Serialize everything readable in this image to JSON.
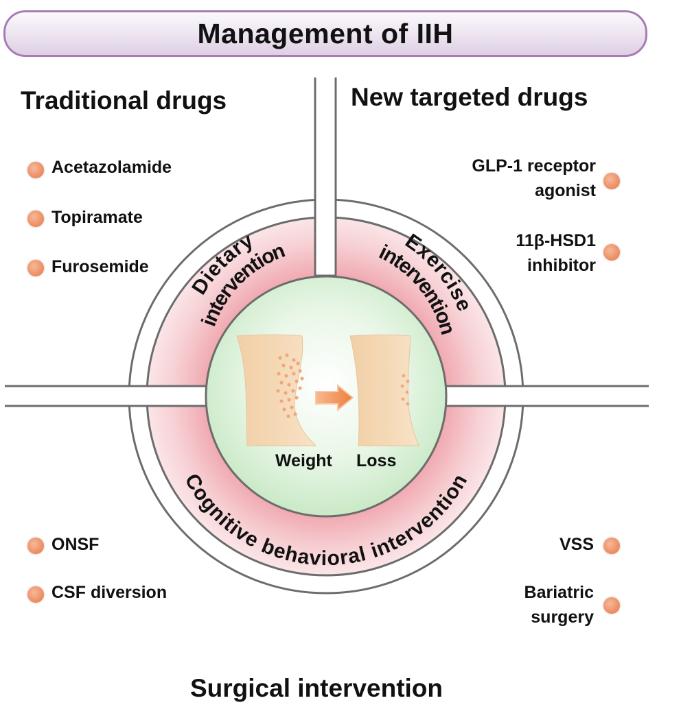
{
  "title": "Management of IIH",
  "quadrants": {
    "top_left": {
      "title": "Traditional drugs",
      "items": [
        "Acetazolamide",
        "Topiramate",
        "Furosemide"
      ]
    },
    "top_right": {
      "title": "New targeted drugs",
      "items": [
        "GLP-1 receptor agonist",
        "11β-HSD1 inhibitor"
      ],
      "lines": [
        [
          "GLP-1 receptor",
          "agonist"
        ],
        [
          "11β-HSD1",
          "inhibitor"
        ]
      ]
    },
    "bottom_left": {
      "items": [
        "ONSF",
        "CSF diversion"
      ]
    },
    "bottom_right": {
      "items": [
        "VSS",
        "Bariatric surgery"
      ],
      "lines": [
        [
          "VSS"
        ],
        [
          "Bariatric",
          "surgery"
        ]
      ]
    },
    "bottom_title": "Surgical intervention"
  },
  "ring": {
    "dietary": [
      "Dietary",
      "intervention"
    ],
    "exercise": [
      "Exercise",
      "intervention"
    ],
    "cognitive": "Cognitive behavioral intervention"
  },
  "center": {
    "label_left": "Weight",
    "label_right": "Loss"
  },
  "colors": {
    "bullet": "#ec8a5e",
    "banner_border": "#a97bb3",
    "center": "#d4efd2",
    "ring": "#f2c2c6"
  }
}
